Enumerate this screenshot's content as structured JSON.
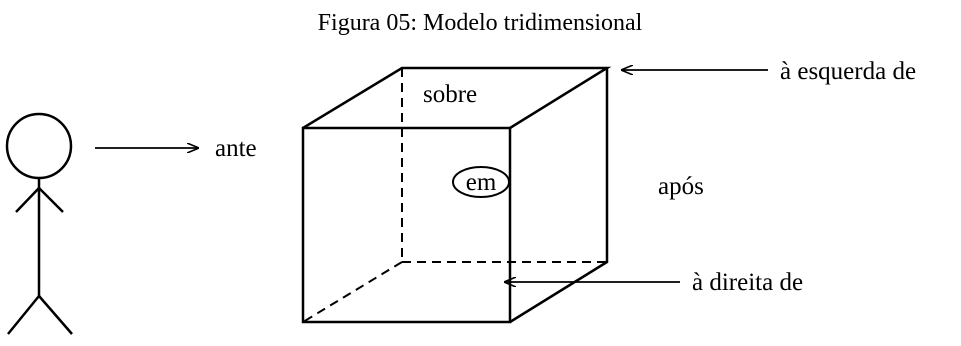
{
  "title": "Figura 05: Modelo tridimensional",
  "labels": {
    "ante": "ante",
    "sobre": "sobre",
    "em": "em",
    "apos": "após",
    "esquerda": "à esquerda de",
    "direita": "à direita de"
  }
}
